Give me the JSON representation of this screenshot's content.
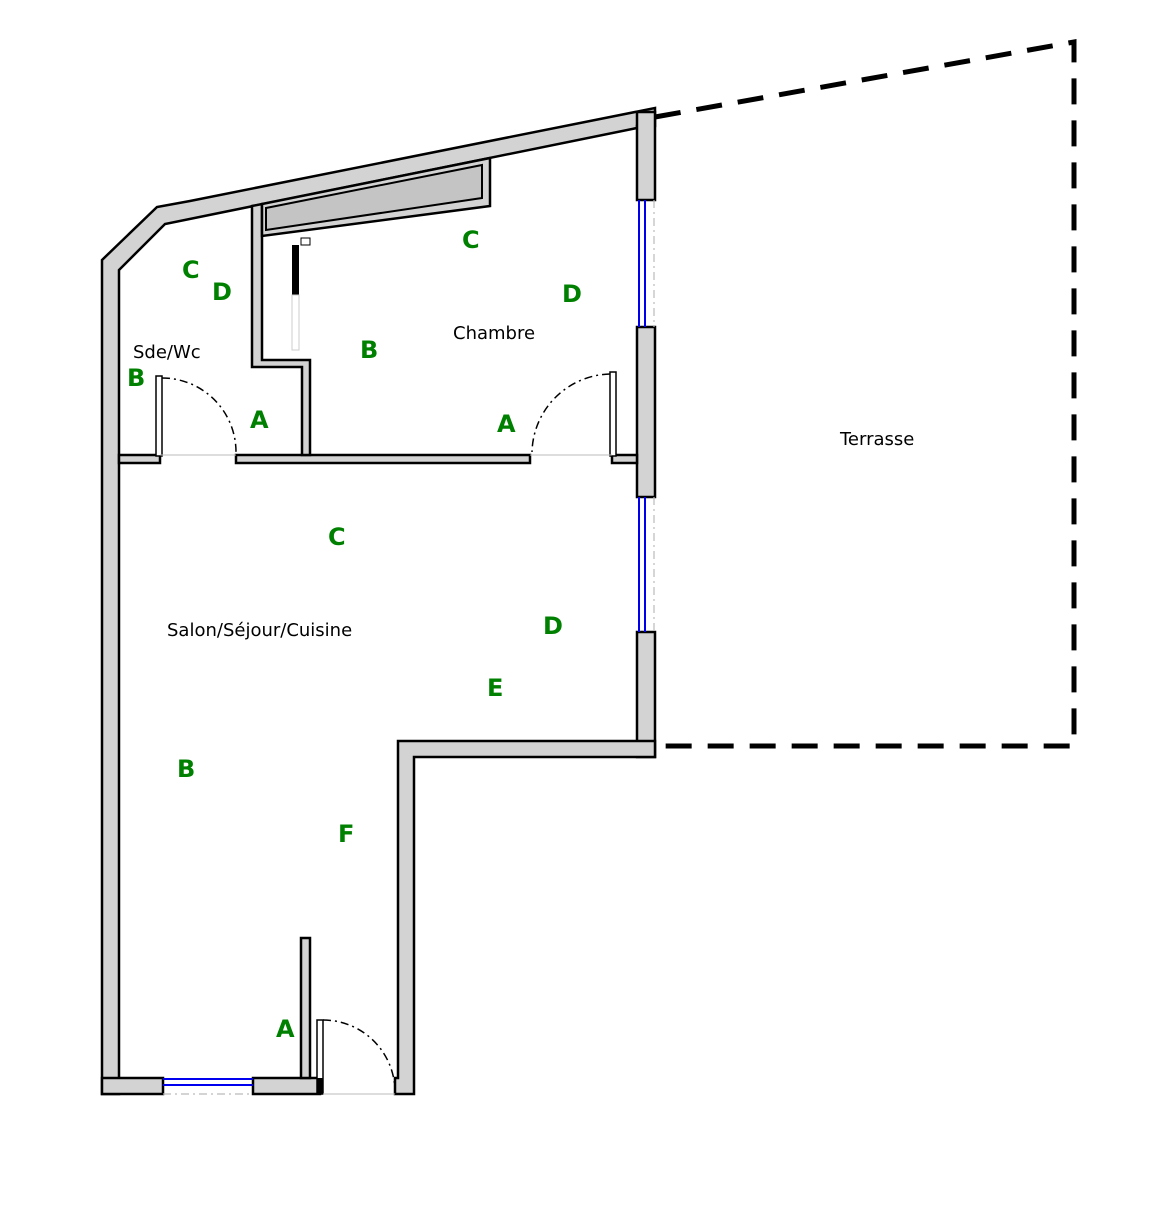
{
  "rooms": {
    "sde_wc": "Sde/Wc",
    "chambre": "Chambre",
    "salon": "Salon/Séjour/Cuisine",
    "terrasse": "Terrasse"
  },
  "markers": {
    "sde_c": "C",
    "sde_d": "D",
    "sde_b": "B",
    "sde_a": "A",
    "ch_c": "C",
    "ch_d": "D",
    "ch_b": "B",
    "ch_a": "A",
    "sa_c": "C",
    "sa_d": "D",
    "sa_e": "E",
    "sa_b": "B",
    "sa_f": "F",
    "sa_a": "A"
  },
  "colors": {
    "marker": "#008000",
    "wall": "#d3d3d3",
    "window": "#0000ee"
  }
}
